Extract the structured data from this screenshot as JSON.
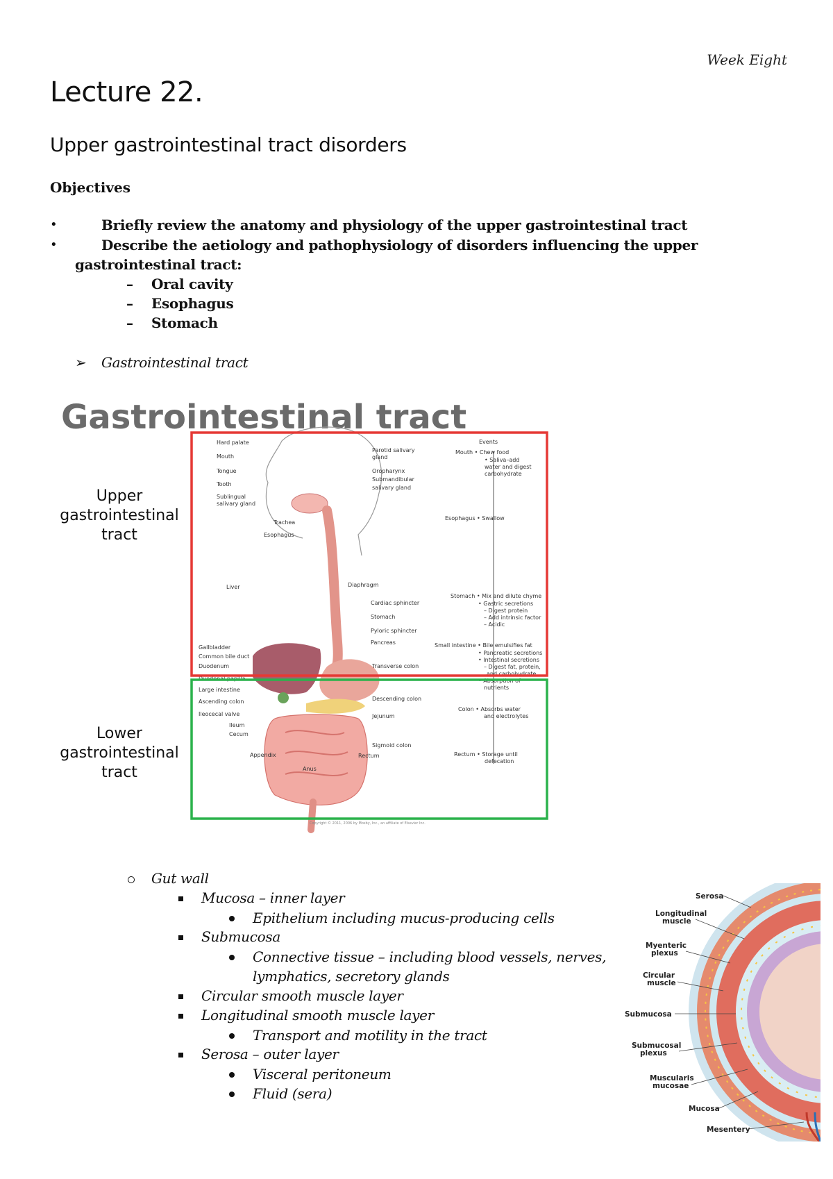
{
  "header": {
    "week": "Week Eight"
  },
  "title": "Lecture 22.",
  "subtitle": "Upper gastrointestinal tract disorders",
  "objectives": {
    "heading": "Objectives",
    "items": [
      "Briefly review the anatomy and physiology of the upper gastrointestinal tract",
      "Describe the aetiology and pathophysiology of disorders influencing the upper",
      "gastrointestinal tract:"
    ],
    "subitems": [
      "Oral cavity",
      "Esophagus",
      "Stomach"
    ]
  },
  "section_arrow": "Gastrointestinal tract",
  "gi_figure": {
    "title": "Gastrointestinal tract",
    "upper_label": [
      "Upper",
      "gastrointestinal",
      "tract"
    ],
    "lower_label": [
      "Lower",
      "gastrointestinal",
      "tract"
    ],
    "left_labels": [
      "Hard palate",
      "Mouth",
      "Tongue",
      "Tooth",
      "Sublingual",
      "salivary gland",
      "Trachea",
      "Esophagus",
      "Liver",
      "Gallbladder",
      "Common bile duct",
      "Duodenum",
      "Duodenal papilla",
      "Large intestine",
      "Ascending colon",
      "Ileocecal valve",
      "Ileum",
      "Cecum",
      "Appendix",
      "Anus"
    ],
    "right_labels": [
      "Parotid salivary",
      "gland",
      "Oropharynx",
      "Submandibular",
      "salivary gland",
      "Diaphragm",
      "Cardiac sphincter",
      "Stomach",
      "Pyloric sphincter",
      "Pancreas",
      "Transverse colon",
      "Descending colon",
      "Jejunum",
      "Sigmoid colon",
      "Rectum"
    ],
    "events": [
      "Events",
      "Mouth • Chew food",
      "• Saliva–add",
      "water and digest",
      "carbohydrate",
      "Esophagus • Swallow",
      "Stomach • Mix and dilute chyme",
      "• Gastric secretions",
      "– Digest protein",
      "– Add intrinsic factor",
      "– Acidic",
      "Small intestine • Bile emulsifies fat",
      "• Pancreatic secretions",
      "• Intestinal secretions",
      "– Digest fat, protein,",
      "and carbohydrate",
      "• Absorption of",
      "nutrients",
      "Colon • Absorbs water",
      "and electrolytes",
      "Rectum • Storage until",
      "defecation"
    ],
    "copyright": "Copyright © 2011, 2006 by Mosby, Inc., an affiliate of Elsevier Inc."
  },
  "gut_wall": {
    "heading": "Gut wall",
    "items": [
      {
        "text": "Mucosa – inner layer",
        "sub": [
          "Epithelium including mucus-producing cells"
        ]
      },
      {
        "text": "Submucosa",
        "sub": [
          "Connective tissue – including blood vessels, nerves,",
          "lymphatics, secretory glands"
        ]
      },
      {
        "text": "Circular smooth muscle layer",
        "sub": []
      },
      {
        "text": "Longitudinal smooth muscle layer",
        "sub": [
          "Transport and motility in the tract"
        ]
      },
      {
        "text": "Serosa – outer layer",
        "sub": [
          "Visceral peritoneum",
          "Fluid (sera)"
        ]
      }
    ]
  },
  "wall_figure": {
    "labels": [
      "Serosa",
      "Longitudinal",
      "muscle",
      "Myenteric",
      "plexus",
      "Circular",
      "muscle",
      "Submucosa",
      "Submucosal",
      "plexus",
      "Muscularis",
      "mucosae",
      "Mucosa",
      "Mesentery"
    ]
  }
}
